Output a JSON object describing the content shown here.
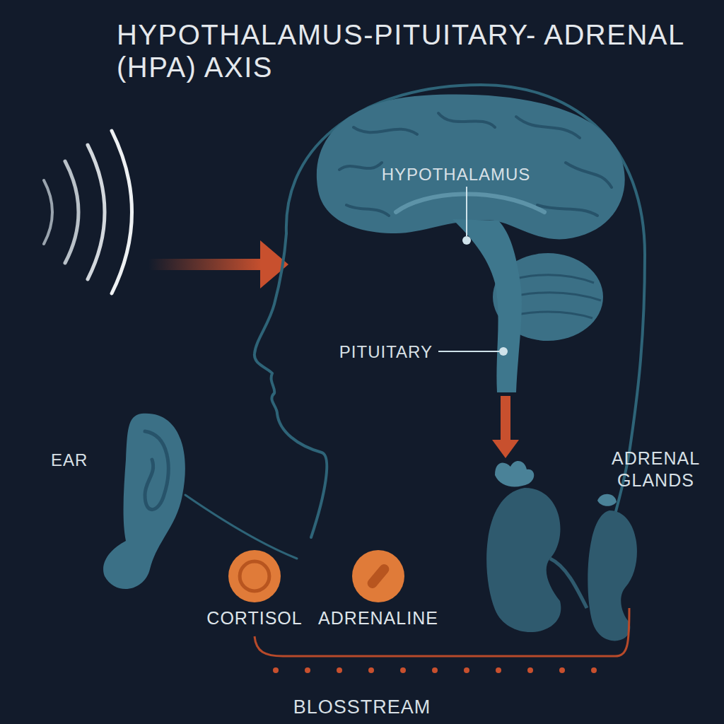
{
  "diagram": {
    "title": "HYPOTHALAMUS-PITUITARY- ADRENAL (HPA) AXIS",
    "nodes": [
      {
        "text": [
          "CORTISOL"
        ]
      },
      {
        "text": [
          "ADRENALINE"
        ]
      }
    ],
    "labels": [
      "HYPOTHALAMUS",
      "PITUITARY",
      "EAR",
      "ADRENAL GLANDS",
      "BLOSSTREAM"
    ]
  }
}
